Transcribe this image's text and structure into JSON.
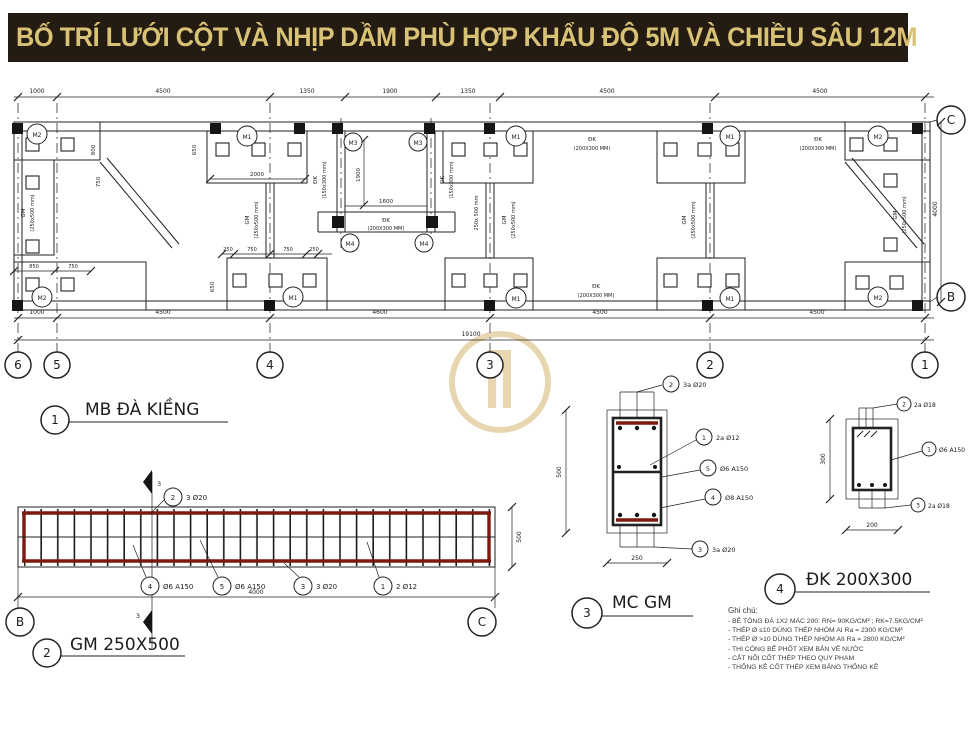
{
  "title_banner": {
    "text": "BỐ TRÍ LƯỚI CỘT VÀ NHỊP DẦM PHÙ HỢP KHẨU ĐỘ 5M VÀ CHIỀU SÂU 12M"
  },
  "colors": {
    "banner_bg": "#241b12",
    "banner_text": "#d8c275",
    "rebar_red": "#7c1a10",
    "watermark_gold": "#c9a045"
  },
  "plan": {
    "detail_number": "1",
    "title": "MB ĐÀ KIỀNG",
    "top_dims": [
      "1000",
      "4500",
      "1350",
      "1900",
      "1350",
      "4500",
      "4500"
    ],
    "bottom_dims": [
      "1000",
      "4500",
      "4600",
      "4500",
      "4500"
    ],
    "total_dim": "19100",
    "grid_columns": [
      "6",
      "5",
      "4",
      "3",
      "2",
      "1"
    ],
    "grid_rows": [
      "C",
      "B"
    ],
    "side_dim": "4000",
    "marks": {
      "m1": "M1",
      "m2": "M2",
      "m3": "M3",
      "m4": "M4"
    },
    "beam_labels": {
      "gm_abbr": "GM",
      "gm_size": "(250x500 mm)",
      "dk_abbr": "ĐK",
      "dk150_size": "(150x300 mm)",
      "dk200_size": "(200X300 MM)",
      "wall_size": "250x 500 mm"
    },
    "inner_dims": {
      "d800": "800",
      "d750": "750",
      "d650": "650",
      "d2000": "2000",
      "d1900": "1900",
      "d1600": "1600",
      "d850": "850",
      "d250": "250"
    }
  },
  "beam_detail": {
    "detail_number": "2",
    "title": "GM 250X500",
    "length_dim": "4000",
    "height_dim": "500",
    "section_mark": "3",
    "bubbles": {
      "left": "B",
      "right": "C"
    },
    "callouts": [
      {
        "num": "2",
        "text": "3 Ø20"
      },
      {
        "num": "4",
        "text": "Ø6 A150"
      },
      {
        "num": "5",
        "text": "Ø6 A150"
      },
      {
        "num": "3",
        "text": "3 Ø20"
      },
      {
        "num": "1",
        "text": "2 Ø12"
      }
    ]
  },
  "section_gm": {
    "detail_number": "3",
    "title": "MC GM",
    "width_dim": "250",
    "height_dim": "500",
    "callouts": [
      {
        "num": "2",
        "text": "3a Ø20"
      },
      {
        "num": "1",
        "text": "2a Ø12"
      },
      {
        "num": "5",
        "text": "Ø6 A150"
      },
      {
        "num": "4",
        "text": "Ø8 A150"
      },
      {
        "num": "3",
        "text": "3a Ø20"
      }
    ]
  },
  "section_dk": {
    "detail_number": "4",
    "title": "ĐK 200X300",
    "width_dim": "200",
    "height_dim": "300",
    "callouts": [
      {
        "num": "2",
        "text": "2a Ø18"
      },
      {
        "num": "1",
        "text": "Ø6 A150"
      },
      {
        "num": "3",
        "text": "2a Ø18"
      }
    ]
  },
  "notes": {
    "heading": "Ghi chú:",
    "items": [
      "- BÊ TÔNG ĐÁ 1X2 MÁC 200: RN= 90KG/CM² ; RK=7.5KG/CM²",
      "- THÉP Ø ≤10 DÙNG THÉP NHÓM AI Ra = 2300 KG/CM²",
      "- THÉP Ø >10 DÙNG THÉP NHÓM AII Ra = 2800 KG/CM²",
      "- THI CÔNG BỂ PHỐT XEM BẢN VẼ NƯỚC",
      "- CẮT NỐI CỐT THÉP THEO QUY PHẠM",
      "- THỐNG KÊ CỐT THÉP XEM BẢNG THỐNG KÊ"
    ]
  }
}
